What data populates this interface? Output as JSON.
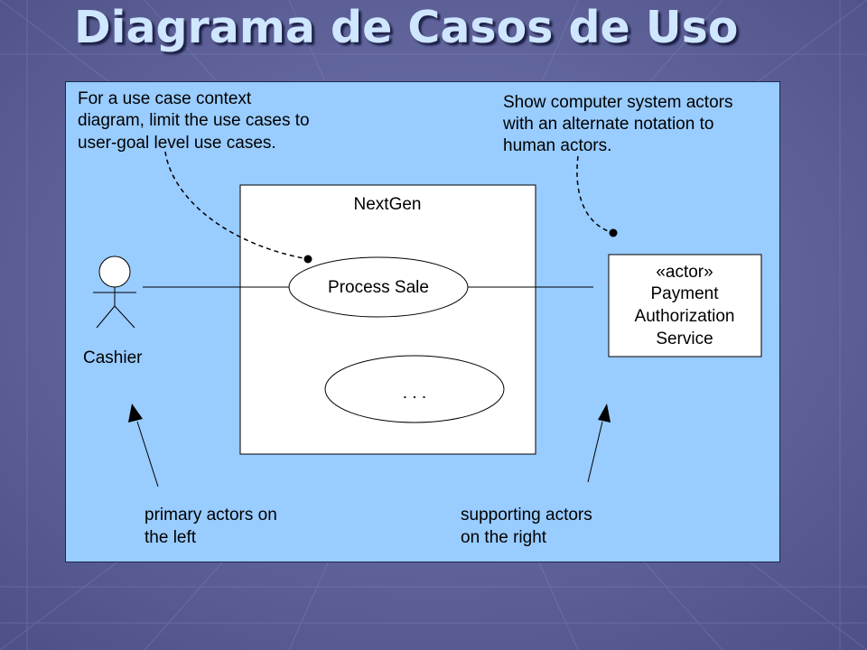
{
  "slide": {
    "title": "Diagrama de Casos de Uso"
  },
  "diagram": {
    "system_name": "NextGen",
    "use_cases": [
      "Process Sale",
      ". . ."
    ],
    "human_actor": "Cashier",
    "computer_actor": {
      "stereotype": "«actor»",
      "lines": [
        "Payment",
        "Authorization",
        "Service"
      ]
    },
    "notes": {
      "top_left": [
        "For a use case context",
        "diagram, limit the use cases to",
        "user-goal level use cases."
      ],
      "top_right": [
        "Show computer system actors",
        "with an alternate notation to",
        "human actors."
      ],
      "bottom_left": [
        "primary actors on",
        "the left"
      ],
      "bottom_right": [
        "supporting actors",
        "on the right"
      ]
    }
  },
  "colors": {
    "slide_background": "#5a5e94",
    "panel": "#99ccff",
    "title": "#cfe6ff"
  }
}
